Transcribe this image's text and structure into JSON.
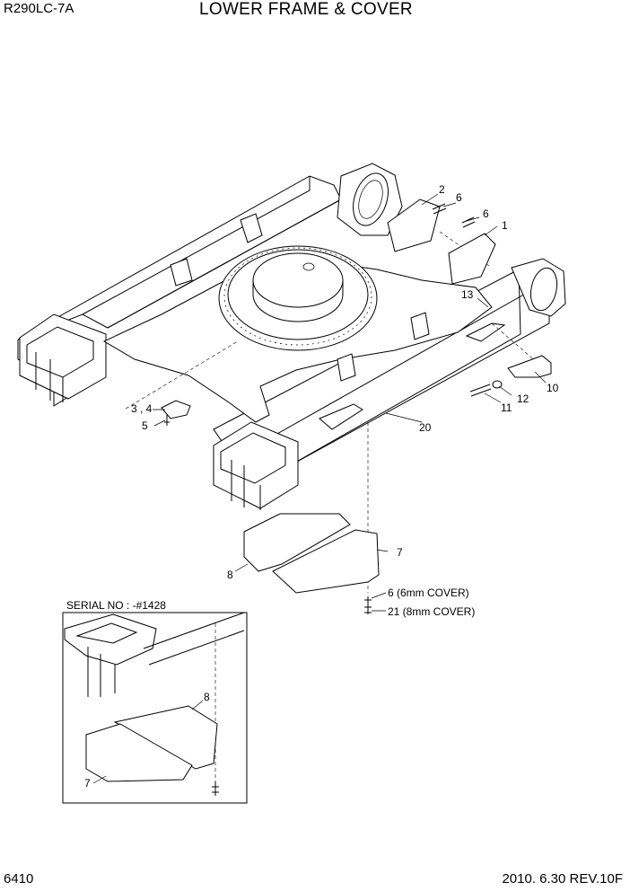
{
  "header": {
    "model": "R290LC-7A",
    "title": "LOWER FRAME & COVER"
  },
  "footer": {
    "page_number": "6410",
    "revision": "2010. 6.30  REV.10F"
  },
  "inset": {
    "serial_label": "SERIAL NO : -#1428"
  },
  "callouts": {
    "c1": "1",
    "c2": "2",
    "c6a": "6",
    "c6b": "6",
    "c13": "13",
    "c10": "10",
    "c12": "12",
    "c11": "11",
    "c34": "3 , 4",
    "c5": "5",
    "c20": "20",
    "c7": "7",
    "c8": "8",
    "c6_cover": "6 (6mm COVER)",
    "c21_cover": "21 (8mm COVER)",
    "inset_c8": "8",
    "inset_c7": "7"
  }
}
